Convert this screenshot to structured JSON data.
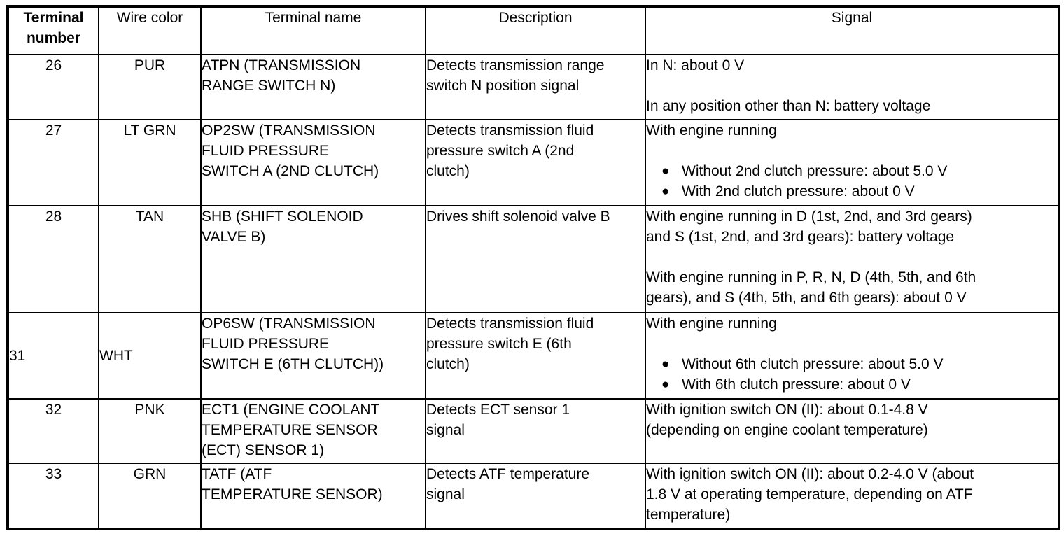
{
  "table": {
    "caption_present": false,
    "columns": [
      {
        "key": "terminal_number",
        "label_lines": [
          "Terminal",
          "number"
        ],
        "bold": true
      },
      {
        "key": "wire_color",
        "label_lines": [
          "Wire color"
        ],
        "bold": false
      },
      {
        "key": "terminal_name",
        "label_lines": [
          "Terminal name"
        ],
        "bold": false
      },
      {
        "key": "description",
        "label_lines": [
          "Description"
        ],
        "bold": false
      },
      {
        "key": "signal",
        "label_lines": [
          "Signal"
        ],
        "bold": false
      }
    ],
    "rows": [
      {
        "terminal_number": "26",
        "wire_color": "PUR",
        "terminal_name_lines": [
          "ATPN (TRANSMISSION",
          "RANGE SWITCH N)"
        ],
        "description_lines": [
          "Detects transmission range",
          "switch N position signal"
        ],
        "signal": {
          "paragraphs": [
            [
              "In N: about 0 V"
            ],
            [
              "In any position other than N: battery voltage"
            ]
          ],
          "bullets": []
        }
      },
      {
        "terminal_number": "27",
        "wire_color": "LT GRN",
        "terminal_name_lines": [
          "OP2SW (TRANSMISSION",
          "FLUID PRESSURE",
          "SWITCH A (2ND CLUTCH)"
        ],
        "description_lines": [
          "Detects transmission fluid",
          "pressure switch A (2nd",
          "clutch)"
        ],
        "signal": {
          "paragraphs": [
            [
              "With engine running"
            ]
          ],
          "bullets": [
            "Without 2nd clutch pressure: about 5.0 V",
            "With 2nd clutch pressure: about 0 V"
          ]
        }
      },
      {
        "terminal_number": "28",
        "wire_color": "TAN",
        "terminal_name_lines": [
          "SHB (SHIFT SOLENOID",
          "VALVE B)"
        ],
        "description_lines": [
          "Drives shift solenoid valve B"
        ],
        "signal": {
          "paragraphs": [
            [
              "With engine running in D (1st, 2nd, and 3rd gears)",
              "and S (1st, 2nd, and 3rd gears): battery voltage"
            ],
            [
              "With engine running in P, R, N, D (4th, 5th, and 6th",
              "gears), and S (4th, 5th, and 6th gears): about 0 V"
            ]
          ],
          "bullets": []
        }
      },
      {
        "terminal_number": "31",
        "wire_color": "WHT",
        "terminal_name_lines": [
          "OP6SW (TRANSMISSION",
          "FLUID PRESSURE",
          "SWITCH E (6TH CLUTCH))"
        ],
        "description_lines": [
          "Detects transmission fluid",
          "pressure switch E (6th",
          "clutch)"
        ],
        "signal": {
          "paragraphs": [
            [
              "With engine running"
            ]
          ],
          "bullets": [
            "Without 6th clutch pressure: about 5.0 V",
            "With 6th clutch pressure: about 0 V"
          ]
        }
      },
      {
        "terminal_number": "32",
        "wire_color": "PNK",
        "terminal_name_lines": [
          "ECT1 (ENGINE COOLANT",
          "TEMPERATURE SENSOR",
          "(ECT) SENSOR 1)"
        ],
        "description_lines": [
          "Detects ECT sensor 1",
          "signal"
        ],
        "signal": {
          "paragraphs": [
            [
              "With ignition switch ON (II): about 0.1-4.8 V",
              "(depending on engine coolant temperature)"
            ]
          ],
          "bullets": []
        }
      },
      {
        "terminal_number": "33",
        "wire_color": "GRN",
        "terminal_name_lines": [
          "TATF (ATF",
          "TEMPERATURE SENSOR)"
        ],
        "description_lines": [
          "Detects ATF temperature",
          "signal"
        ],
        "signal": {
          "paragraphs": [
            [
              "With ignition switch ON (II): about 0.2-4.0 V (about",
              "1.8 V at operating temperature, depending on ATF",
              "temperature)"
            ]
          ],
          "bullets": []
        }
      }
    ],
    "bullet_glyph": "●",
    "ink_color": "#000000",
    "paper_color": "#FFFFFF"
  }
}
